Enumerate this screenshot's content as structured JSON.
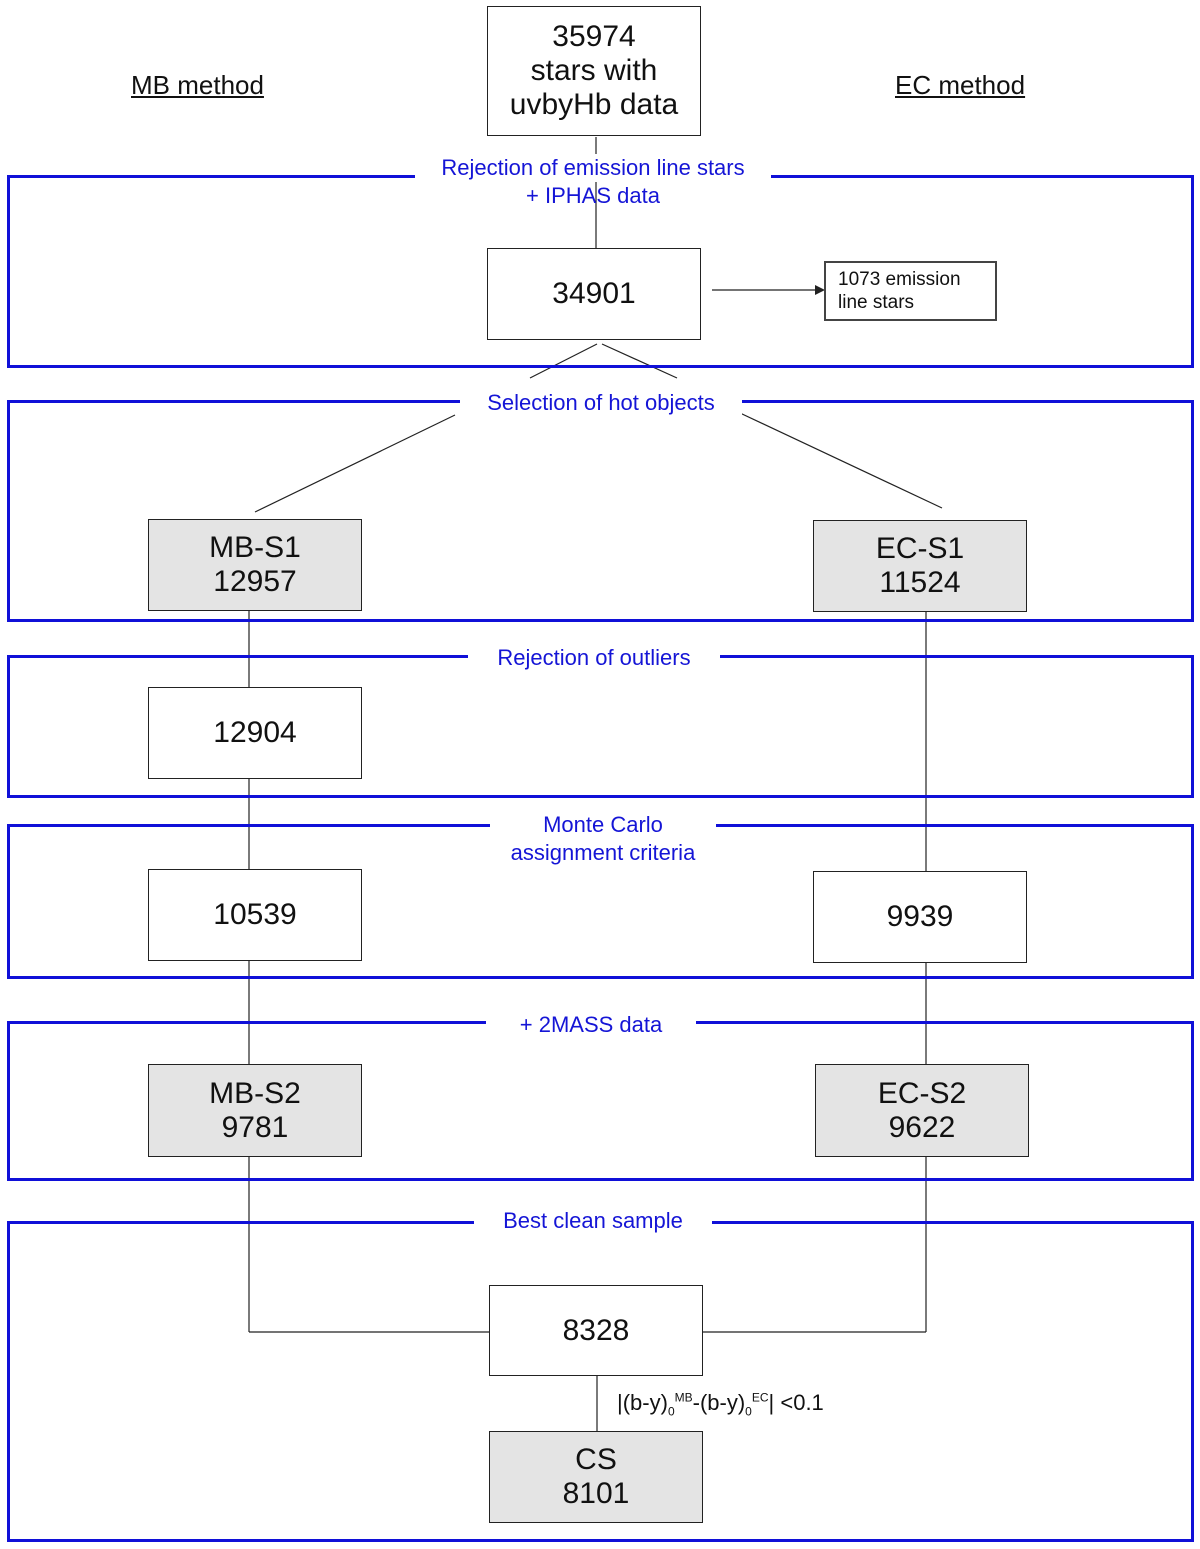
{
  "headers": {
    "mb_method": "MB method",
    "ec_method": "EC method"
  },
  "start_box": {
    "count": "35974",
    "line2": "stars with",
    "line3": "uvbyHb data"
  },
  "stages": [
    {
      "id": "emission",
      "label_line1": "Rejection of emission line stars",
      "label_line2": "+ IPHAS data"
    },
    {
      "id": "hot",
      "label_line1": "Selection of hot objects"
    },
    {
      "id": "outliers",
      "label_line1": "Rejection of outliers"
    },
    {
      "id": "montecarlo",
      "label_line1": "Monte Carlo",
      "label_line2": "assignment criteria"
    },
    {
      "id": "twomass",
      "label_line1": "+ 2MASS data"
    },
    {
      "id": "clean",
      "label_line1": "Best clean sample"
    }
  ],
  "nodes": {
    "after_emission": {
      "value": "34901"
    },
    "rejected_emission": {
      "line1": "1073 emission",
      "line2": "line stars"
    },
    "mb_s1": {
      "name": "MB-S1",
      "value": "12957"
    },
    "ec_s1": {
      "name": "EC-S1",
      "value": "11524"
    },
    "mb_outliers": {
      "value": "12904"
    },
    "mb_montecarlo": {
      "value": "10539"
    },
    "ec_montecarlo": {
      "value": "9939"
    },
    "mb_s2": {
      "name": "MB-S2",
      "value": "9781"
    },
    "ec_s2": {
      "name": "EC-S2",
      "value": "9622"
    },
    "combined": {
      "value": "8328"
    },
    "cs": {
      "name": "CS",
      "value": "8101"
    }
  },
  "condition": {
    "prefix": "|(b-y)",
    "sub1": "0",
    "sup1": "MB",
    "middle": "-(b-y)",
    "sub2": "0",
    "sup2": "EC",
    "suffix": "| <0.1"
  },
  "colors": {
    "frame": "#1010d8",
    "frame_label": "#1515d6",
    "shaded_box": "#e4e4e4",
    "line": "#222222"
  }
}
